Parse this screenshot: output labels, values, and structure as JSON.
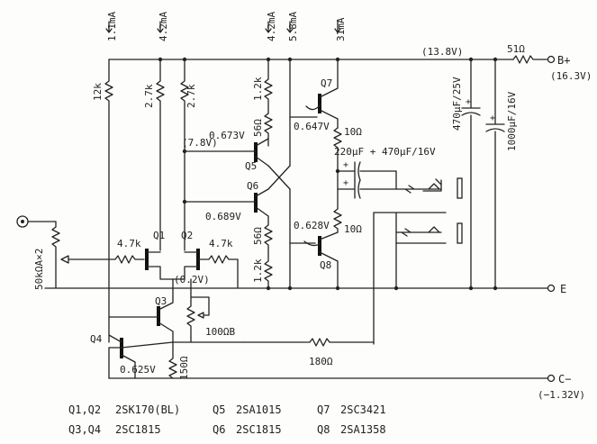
{
  "currents": {
    "c1": "1.1mA",
    "c2": "4.2mA",
    "c3": "4.2mA",
    "c4": "5.8mA",
    "c5": "31mA"
  },
  "supply": {
    "bplus": "B+",
    "bplus_v": "(16.3V)",
    "rail_v": "(13.8V)",
    "r_supply": "51Ω",
    "cminus": "C−",
    "cminus_v": "(−1.32V)",
    "earth": "E"
  },
  "caps": {
    "c470": "470μF/25V",
    "c1000": "1000μF/16V",
    "out_cap": "220μF + 470μF/16V"
  },
  "resistors": {
    "r12k": "12k",
    "r27k_a": "2.7k",
    "r27k_b": "2.7k",
    "r12k_q5": "1.2k",
    "r56_q5": "56Ω",
    "r56_q6": "56Ω",
    "r12k_q6": "1.2k",
    "r10_q7": "10Ω",
    "r10_q8": "10Ω",
    "r47k_a": "4.7k",
    "r47k_b": "4.7k",
    "r100b": "100ΩB",
    "r150": "150Ω",
    "r180": "180Ω"
  },
  "volume": "50kΩA×2",
  "voltages": {
    "v_q5b": "0.673V",
    "v_78": "(7.8V)",
    "v_q7": "0.647V",
    "v_q6": "0.689V",
    "v_q8": "0.628V",
    "v_02": "(0.2V)",
    "v_q4": "0.625V"
  },
  "transistors": {
    "q1": "Q1",
    "q2": "Q2",
    "q3": "Q3",
    "q4": "Q4",
    "q5": "Q5",
    "q6": "Q6",
    "q7": "Q7",
    "q8": "Q8"
  },
  "parts_list": [
    {
      "q": "Q1,Q2",
      "part": "2SK170(BL)"
    },
    {
      "q": "Q5",
      "part": "2SA1015"
    },
    {
      "q": "Q7",
      "part": "2SC3421"
    },
    {
      "q": "Q3,Q4",
      "part": "2SC1815"
    },
    {
      "q": "Q6",
      "part": "2SC1815"
    },
    {
      "q": "Q8",
      "part": "2SA1358"
    }
  ]
}
